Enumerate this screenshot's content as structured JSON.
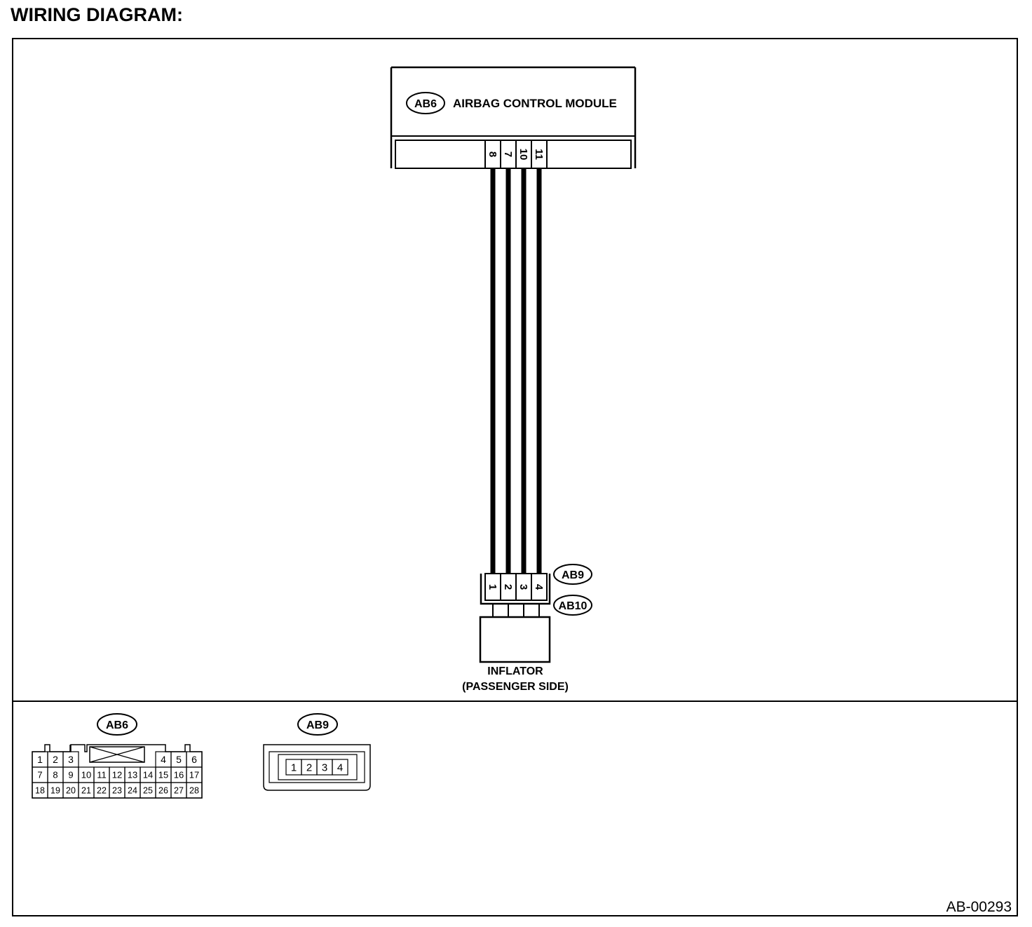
{
  "page_title": "WIRING DIAGRAM:",
  "figure_id": "AB-00293",
  "control_module": {
    "connector_id": "AB6",
    "name": "AIRBAG CONTROL MODULE",
    "terminals": [
      "8",
      "7",
      "10",
      "11"
    ]
  },
  "inflator": {
    "connector_ids": [
      "AB9",
      "AB10"
    ],
    "terminals": [
      "1",
      "2",
      "3",
      "4"
    ],
    "name_line1": "INFLATOR",
    "name_line2": "(PASSENGER SIDE)"
  },
  "connector_views": {
    "ab6": {
      "id": "AB6",
      "row1_left": [
        "1",
        "2",
        "3"
      ],
      "row1_right": [
        "4",
        "5",
        "6"
      ],
      "row2": [
        "7",
        "8",
        "9",
        "10",
        "11",
        "12",
        "13",
        "14",
        "15",
        "16",
        "17"
      ],
      "row3": [
        "18",
        "19",
        "20",
        "21",
        "22",
        "23",
        "24",
        "25",
        "26",
        "27",
        "28"
      ]
    },
    "ab9": {
      "id": "AB9",
      "pins": [
        "1",
        "2",
        "3",
        "4"
      ]
    }
  }
}
